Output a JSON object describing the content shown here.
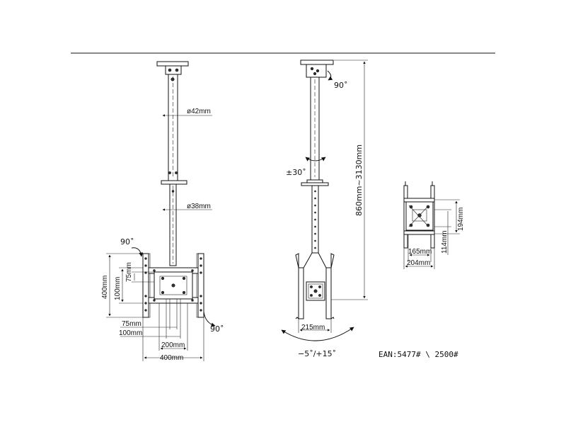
{
  "front_view": {
    "tube_upper_dia": "ø42mm",
    "tube_lower_dia": "ø38mm",
    "tilt_top": "90˚",
    "tilt_bottom": "90˚",
    "vesa_h_75": "75mm",
    "vesa_h_100": "100mm",
    "vesa_h_400": "400mm",
    "vesa_w_75": "75mm",
    "vesa_w_100": "100mm",
    "vesa_w_200": "200mm",
    "vesa_w_400": "400mm"
  },
  "side_view": {
    "top_rotation": "90˚",
    "swivel": "±30˚",
    "height_range": "860mm~3130mm",
    "bracket_width": "215mm",
    "tilt_range": "−5˚/+15˚"
  },
  "bracket_detail": {
    "inner_width": "165mm",
    "outer_width": "204mm",
    "inner_height": "114mm",
    "outer_height": "194mm"
  },
  "footer": {
    "ean_code": "EAN:5477# \\ 2500#"
  }
}
